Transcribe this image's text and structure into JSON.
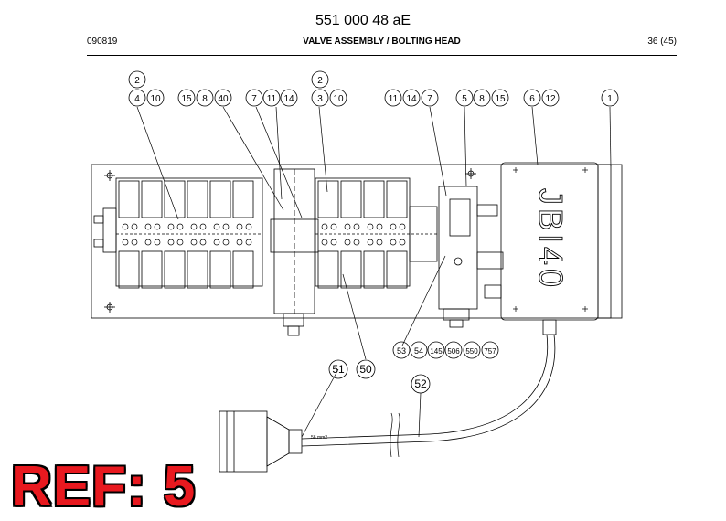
{
  "header": {
    "doc_number": "551 000 48 aE",
    "date_code": "090819",
    "title": "VALVE ASSEMBLY / BOLTING HEAD",
    "page": "36 (45)"
  },
  "diagram": {
    "callouts": {
      "c2a": "2",
      "c4": "4",
      "c10a": "10",
      "c15a": "15",
      "c8a": "8",
      "c40": "40",
      "c7a": "7",
      "c11a": "11",
      "c14a": "14",
      "c2b": "2",
      "c3": "3",
      "c10b": "10",
      "c11b": "11",
      "c14b": "14",
      "c7b": "7",
      "c5": "5",
      "c8b": "8",
      "c15b": "15",
      "c6": "6",
      "c12": "12",
      "c1": "1",
      "c51": "51",
      "c50": "50",
      "c52": "52",
      "c53": "53",
      "c54": "54",
      "c145": "145",
      "c506": "506",
      "c550": "550",
      "c757": "757"
    },
    "box_label": "JBI40",
    "cable_label": "56 mm2"
  },
  "ref_label": "REF: 5"
}
